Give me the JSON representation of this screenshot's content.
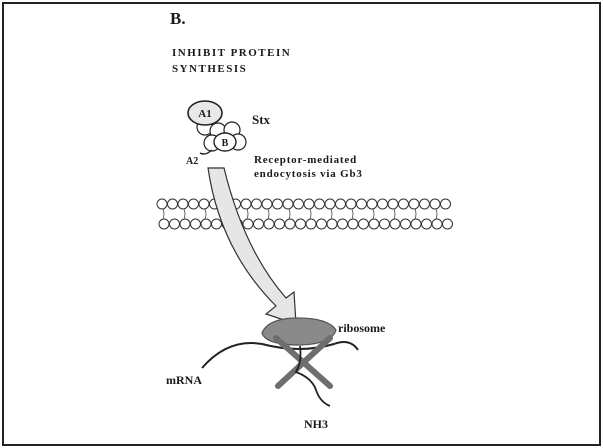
{
  "panel_label": "B.",
  "heading": {
    "line1": "INHIBIT PROTEIN",
    "line2": "SYNTHESIS"
  },
  "toxin": {
    "name": "Stx",
    "subunit_a1": "A1",
    "subunit_b": "B",
    "subunit_a2": "A2"
  },
  "pathway": {
    "line1": "Receptor-mediated",
    "line2": "endocytosis via Gb3"
  },
  "ribosome_label": "ribosome",
  "mrna_label": "mRNA",
  "nh3_label": "NH3",
  "colors": {
    "ink": "#1a1a1a",
    "ribosome_fill": "#8a8a8a",
    "cross_stroke": "#6e6e6e",
    "arrow_fill": "#e6e6e6"
  }
}
